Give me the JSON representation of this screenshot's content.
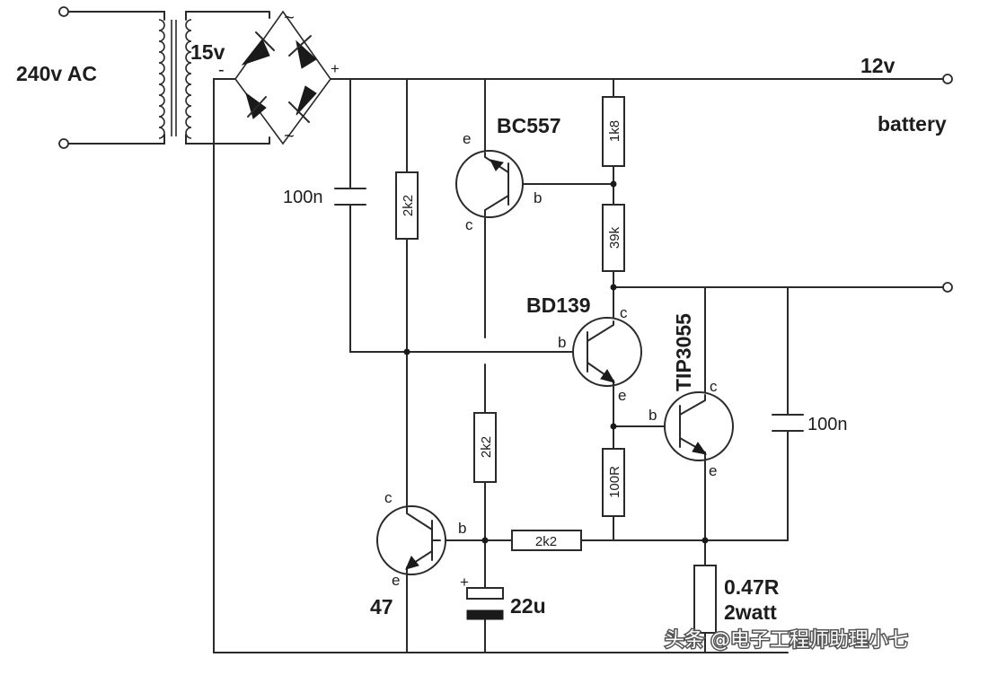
{
  "labels": {
    "ac_input": "240v AC",
    "secondary": "15v",
    "minus": "-",
    "plus": "+",
    "ac_tilde": "~",
    "output_voltage": "12v",
    "output_name": "battery",
    "cap_left": "100n",
    "cap_right": "100n",
    "cap_electrolytic": "22u",
    "cap_plus": "+",
    "r_2k2_left": "2k2",
    "r_2k2_mid": "2k2",
    "r_2k2_horizontal": "2k2",
    "r_1k8": "1k8",
    "r_39k": "39k",
    "r_100r": "100R",
    "r_sense_value": "0.47R",
    "r_sense_rating": "2watt",
    "q_bc557": "BC557",
    "q_bd139": "BD139",
    "q_tip3055": "TIP3055",
    "q_bottom": "47",
    "pin_e": "e",
    "pin_b": "b",
    "pin_c": "c"
  },
  "watermark": "头条 @电子工程师助理小七"
}
